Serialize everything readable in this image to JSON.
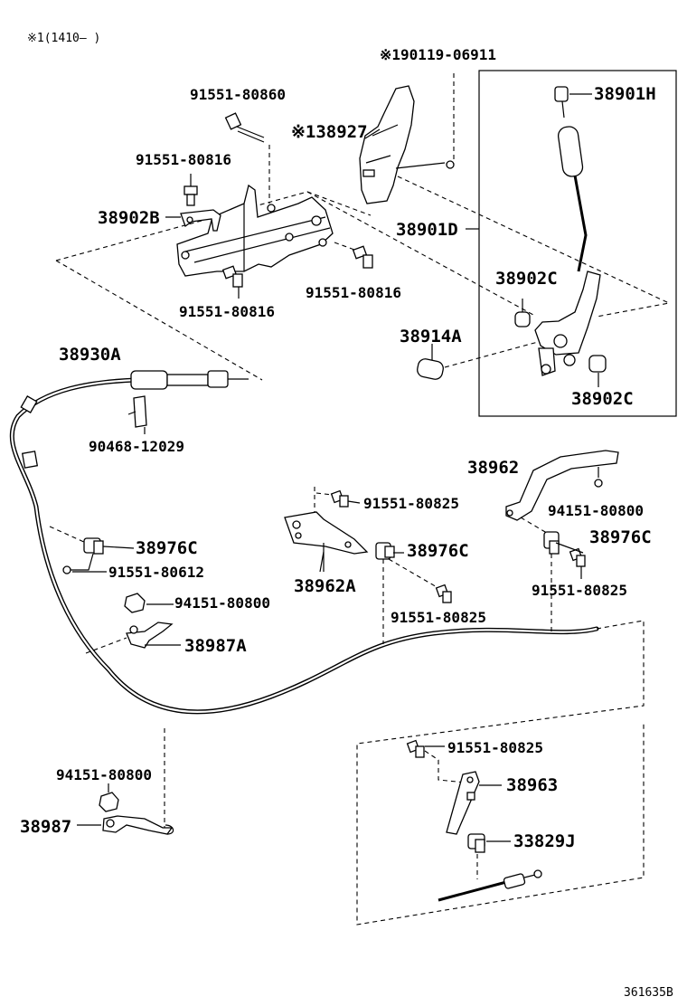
{
  "header_note": "※1(1410‒     )",
  "footer_code": "361635B",
  "labels": {
    "p190119_06911": "※190119-06911",
    "p91551_80860": "91551-80860",
    "p38927": "※138927",
    "p91551_80816_a": "91551-80816",
    "p38901H": "38901H",
    "p38902B": "38902B",
    "p38901D": "38901D",
    "p91551_80816_b": "91551-80816",
    "p91551_80816_c": "91551-80816",
    "p38902C_a": "38902C",
    "p38914A": "38914A",
    "p38930A": "38930A",
    "p38902C_b": "38902C",
    "p90468_12029": "90468-12029",
    "p38962": "38962",
    "p91551_80825_a": "91551-80825",
    "p94151_80800_a": "94151-80800",
    "p38976C_a": "38976C",
    "p38976C_b": "38976C",
    "p38976C_c": "38976C",
    "p91551_80612": "91551-80612",
    "p38962A": "38962A",
    "p91551_80825_b": "91551-80825",
    "p94151_80800_b": "94151-80800",
    "p91551_80825_c": "91551-80825",
    "p38987A": "38987A",
    "p91551_80825_d": "91551-80825",
    "p94151_80800_c": "94151-80800",
    "p38963": "38963",
    "p38987": "38987",
    "p33829J": "33829J"
  }
}
